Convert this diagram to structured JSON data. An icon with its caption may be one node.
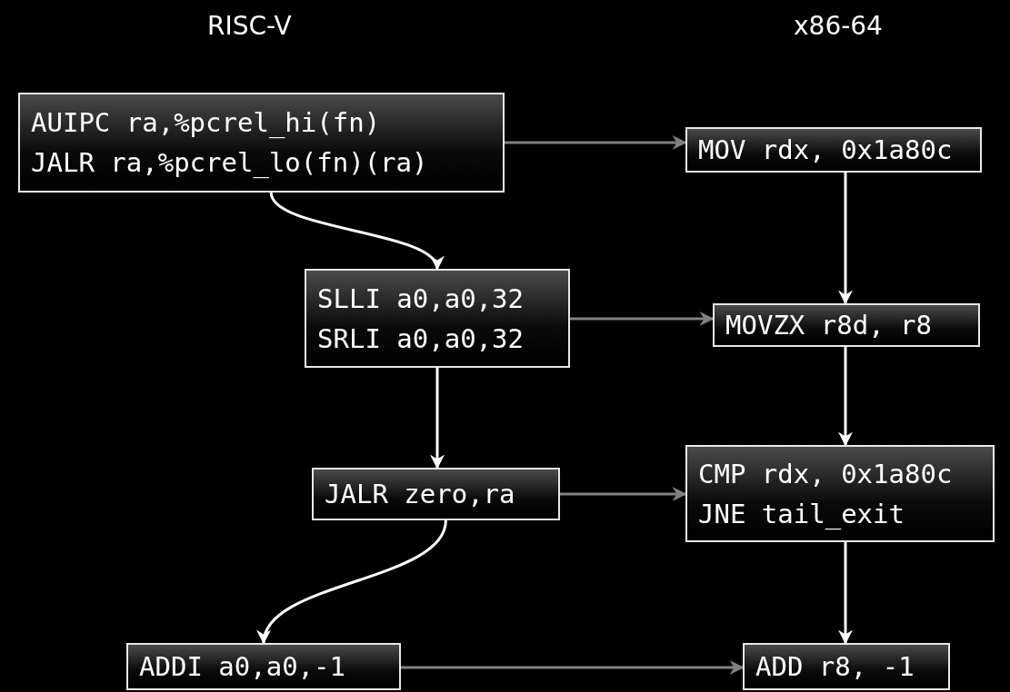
{
  "diagram": {
    "nodes": [
      {
        "text": [
          "AUIPC ra,%pcrel_hi(fn)",
          "JALR ra,%pcrel_lo(fn)(ra)"
        ]
      },
      {
        "text": [
          "MOV rdx, 0x1a80c"
        ]
      },
      {
        "text": [
          "SLLI a0,a0,32",
          "SRLI a0,a0,32"
        ]
      },
      {
        "text": [
          "MOVZX r8d, r8"
        ]
      },
      {
        "text": [
          "JALR zero,ra"
        ]
      },
      {
        "text": [
          "CMP rdx, 0x1a80c",
          "JNE tail_exit"
        ]
      },
      {
        "text": [
          "ADDI a0,a0,-1"
        ]
      },
      {
        "text": [
          "ADD r8, -1"
        ]
      }
    ],
    "edges": [
      {
        "from": 0,
        "to": 1,
        "arrow": "to",
        "color": "#808080"
      },
      {
        "from": 0,
        "to": 2,
        "arrow": "to"
      },
      {
        "from": 1,
        "to": 3,
        "arrow": "to"
      },
      {
        "from": 2,
        "to": 3,
        "arrow": "to",
        "color": "#808080"
      },
      {
        "from": 2,
        "to": 4,
        "arrow": "to"
      },
      {
        "from": 3,
        "to": 5,
        "arrow": "to"
      },
      {
        "from": 4,
        "to": 5,
        "arrow": "to",
        "color": "#808080"
      },
      {
        "from": 4,
        "to": 6,
        "arrow": "to"
      },
      {
        "from": 5,
        "to": 7,
        "arrow": "to"
      },
      {
        "from": 6,
        "to": 7,
        "arrow": "to",
        "color": "#808080"
      }
    ],
    "labels": [
      "RISC-V",
      "x86-64"
    ]
  }
}
